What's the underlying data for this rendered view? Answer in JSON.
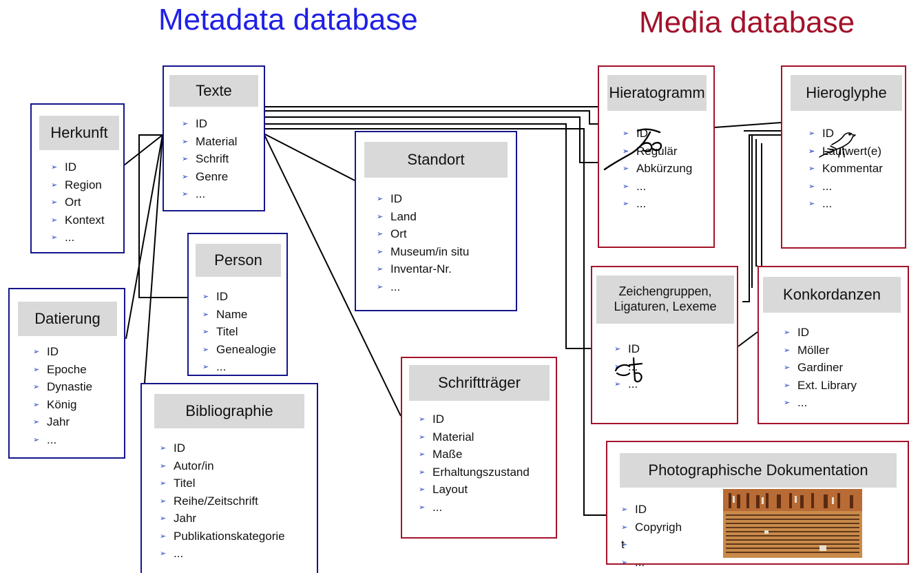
{
  "headings": {
    "metadata": "Metadata database",
    "media": "Media database"
  },
  "colors": {
    "metadata_accent": "#1f1fe6",
    "metadata_border": "#14148c",
    "media_accent": "#a3122a",
    "title_fill": "#d9d9d9",
    "connector": "#000000"
  },
  "entities": {
    "texte": {
      "title": "Texte",
      "fields": [
        "ID",
        "Material",
        "Schrift",
        "Genre",
        "..."
      ]
    },
    "herkunft": {
      "title": "Herkunft",
      "fields": [
        "ID",
        "Region",
        "Ort",
        "Kontext",
        "..."
      ]
    },
    "datierung": {
      "title": "Datierung",
      "fields": [
        "ID",
        "Epoche",
        "Dynastie",
        "König",
        "Jahr",
        "..."
      ]
    },
    "person": {
      "title": "Person",
      "fields": [
        "ID",
        "Name",
        "Titel",
        "Genealogie",
        "..."
      ]
    },
    "bibliographie": {
      "title": "Bibliographie",
      "fields": [
        "ID",
        "Autor/in",
        "Titel",
        "Reihe/Zeitschrift",
        "Jahr",
        "Publikationskategorie",
        "..."
      ]
    },
    "standort": {
      "title": "Standort",
      "fields": [
        "ID",
        "Land",
        "Ort",
        "Museum/in situ",
        "Inventar-Nr.",
        "..."
      ]
    },
    "schrifttraeger": {
      "title": "Schriftträger",
      "fields": [
        "ID",
        "Material",
        "Maße",
        "Erhaltungszustand",
        "Layout",
        "..."
      ]
    },
    "hieratogramm": {
      "title": "Hieratogramm",
      "fields": [
        "ID",
        "",
        "Regulär",
        "Abkürzung",
        "...",
        "..."
      ]
    },
    "hieroglyphe": {
      "title": "Hieroglyphe",
      "fields": [
        "ID",
        "",
        "Lautwert(e)",
        "Kommentar",
        "...",
        "..."
      ]
    },
    "zeichengruppen": {
      "title": "Zeichengruppen, Ligaturen, Lexeme",
      "fields": [
        "ID",
        "",
        "...",
        "..."
      ]
    },
    "konkordanzen": {
      "title": "Konkordanzen",
      "fields": [
        "ID",
        "Möller",
        "Gardiner",
        "Ext. Library",
        "..."
      ]
    },
    "photo": {
      "title": "Photographische Dokumentation",
      "fields": [
        "ID",
        "Copyrigh",
        "t",
        "..."
      ]
    }
  },
  "icons": {
    "hieratic_sign": "hieratic-sign-icon",
    "hieroglyph_bird": "bird-hieroglyph-icon",
    "ligature_sign": "ligature-sign-icon",
    "papyrus_photo": "papyrus-photo-icon"
  }
}
